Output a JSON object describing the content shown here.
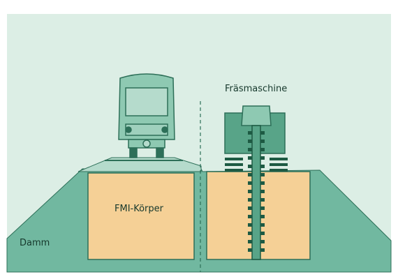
{
  "labels": {
    "machine": "Fräsmaschine",
    "body": "FMI-Körper",
    "dam": "Damm"
  },
  "colors": {
    "background": "#dceee5",
    "dam": "#71b8a0",
    "body_fill": "#f5d096",
    "machine": "#58a488",
    "outline": "#2d6f58",
    "chain": "#1d5a43"
  }
}
